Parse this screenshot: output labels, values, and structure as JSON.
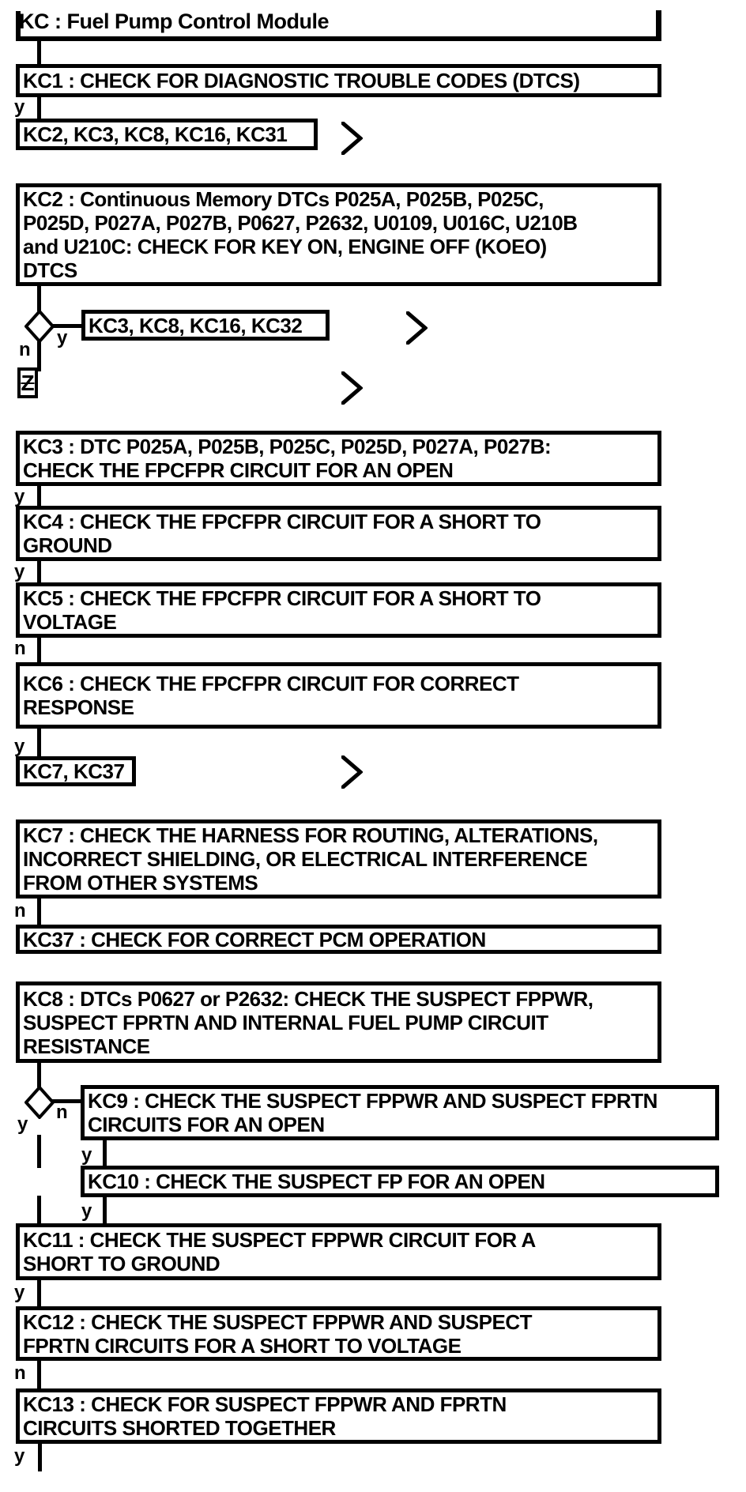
{
  "title": "KC : Fuel Pump Control Module",
  "labels": {
    "yes": "y",
    "no": "n"
  },
  "z_connector": "Z",
  "gotos": {
    "from_kc1": "KC2, KC3, KC8, KC16, KC31",
    "from_kc2": "KC3, KC8, KC16, KC32",
    "from_kc6": "KC7, KC37"
  },
  "steps": {
    "kc1": "KC1 : CHECK FOR DIAGNOSTIC TROUBLE CODES (DTCS)",
    "kc2": "KC2 : Continuous Memory DTCs P025A, P025B, P025C,\nP025D, P027A, P027B, P0627, P2632, U0109, U016C, U210B\nand U210C: CHECK FOR KEY ON, ENGINE OFF (KOEO)\nDTCS",
    "kc3": "KC3 : DTC P025A, P025B, P025C, P025D, P027A, P027B:\nCHECK THE FPCFPR CIRCUIT FOR AN OPEN",
    "kc4": "KC4 : CHECK THE FPCFPR CIRCUIT FOR A SHORT TO\nGROUND",
    "kc5": "KC5 : CHECK THE FPCFPR CIRCUIT FOR A SHORT TO\nVOLTAGE",
    "kc6": "KC6 : CHECK THE FPCFPR CIRCUIT FOR CORRECT\nRESPONSE",
    "kc7": "KC7 : CHECK THE HARNESS FOR ROUTING, ALTERATIONS,\nINCORRECT SHIELDING, OR ELECTRICAL INTERFERENCE\nFROM OTHER SYSTEMS",
    "kc37": "KC37 : CHECK FOR CORRECT PCM OPERATION",
    "kc8": "KC8 : DTCs P0627 or P2632: CHECK THE SUSPECT FPPWR,\nSUSPECT FPRTN AND INTERNAL FUEL PUMP CIRCUIT\nRESISTANCE",
    "kc9": "KC9 : CHECK THE SUSPECT FPPWR AND SUSPECT FPRTN\nCIRCUITS FOR AN OPEN",
    "kc10": "KC10 : CHECK THE SUSPECT FP FOR AN OPEN",
    "kc11": "KC11 : CHECK THE SUSPECT FPPWR CIRCUIT FOR A\nSHORT TO GROUND",
    "kc12": "KC12 : CHECK THE SUSPECT FPPWR AND SUSPECT\nFPRTN CIRCUITS FOR A SHORT TO VOLTAGE",
    "kc13": "KC13 : CHECK FOR SUSPECT FPPWR AND FPRTN\nCIRCUITS SHORTED TOGETHER"
  }
}
